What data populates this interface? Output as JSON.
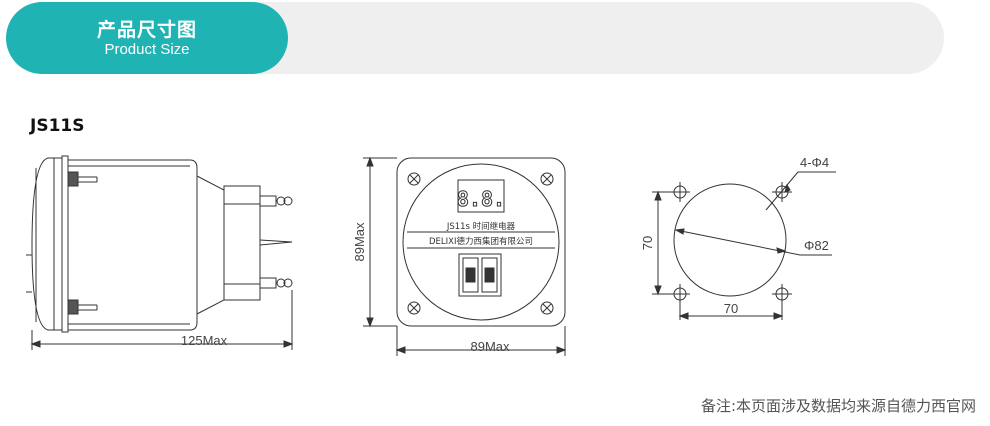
{
  "header": {
    "title_cn": "产品尺寸图",
    "title_en": "Product Size",
    "tab_color": "#1fb3b3",
    "bar_color": "#efefef"
  },
  "model": "JS11S",
  "side_view": {
    "length_label": "125Max"
  },
  "front_view": {
    "height_label": "89Max",
    "width_label": "89Max",
    "display_digits": "8.8.",
    "product_label": "JS11s 时间继电器",
    "brand_label": "DELIXI德力西集团有限公司"
  },
  "mount_view": {
    "holes_label": "4-Φ4",
    "diameter_label": "Φ82",
    "vertical_spacing_label": "70",
    "horizontal_spacing_label": "70"
  },
  "footnote": "备注:本页面涉及数据均来源自德力西官网"
}
